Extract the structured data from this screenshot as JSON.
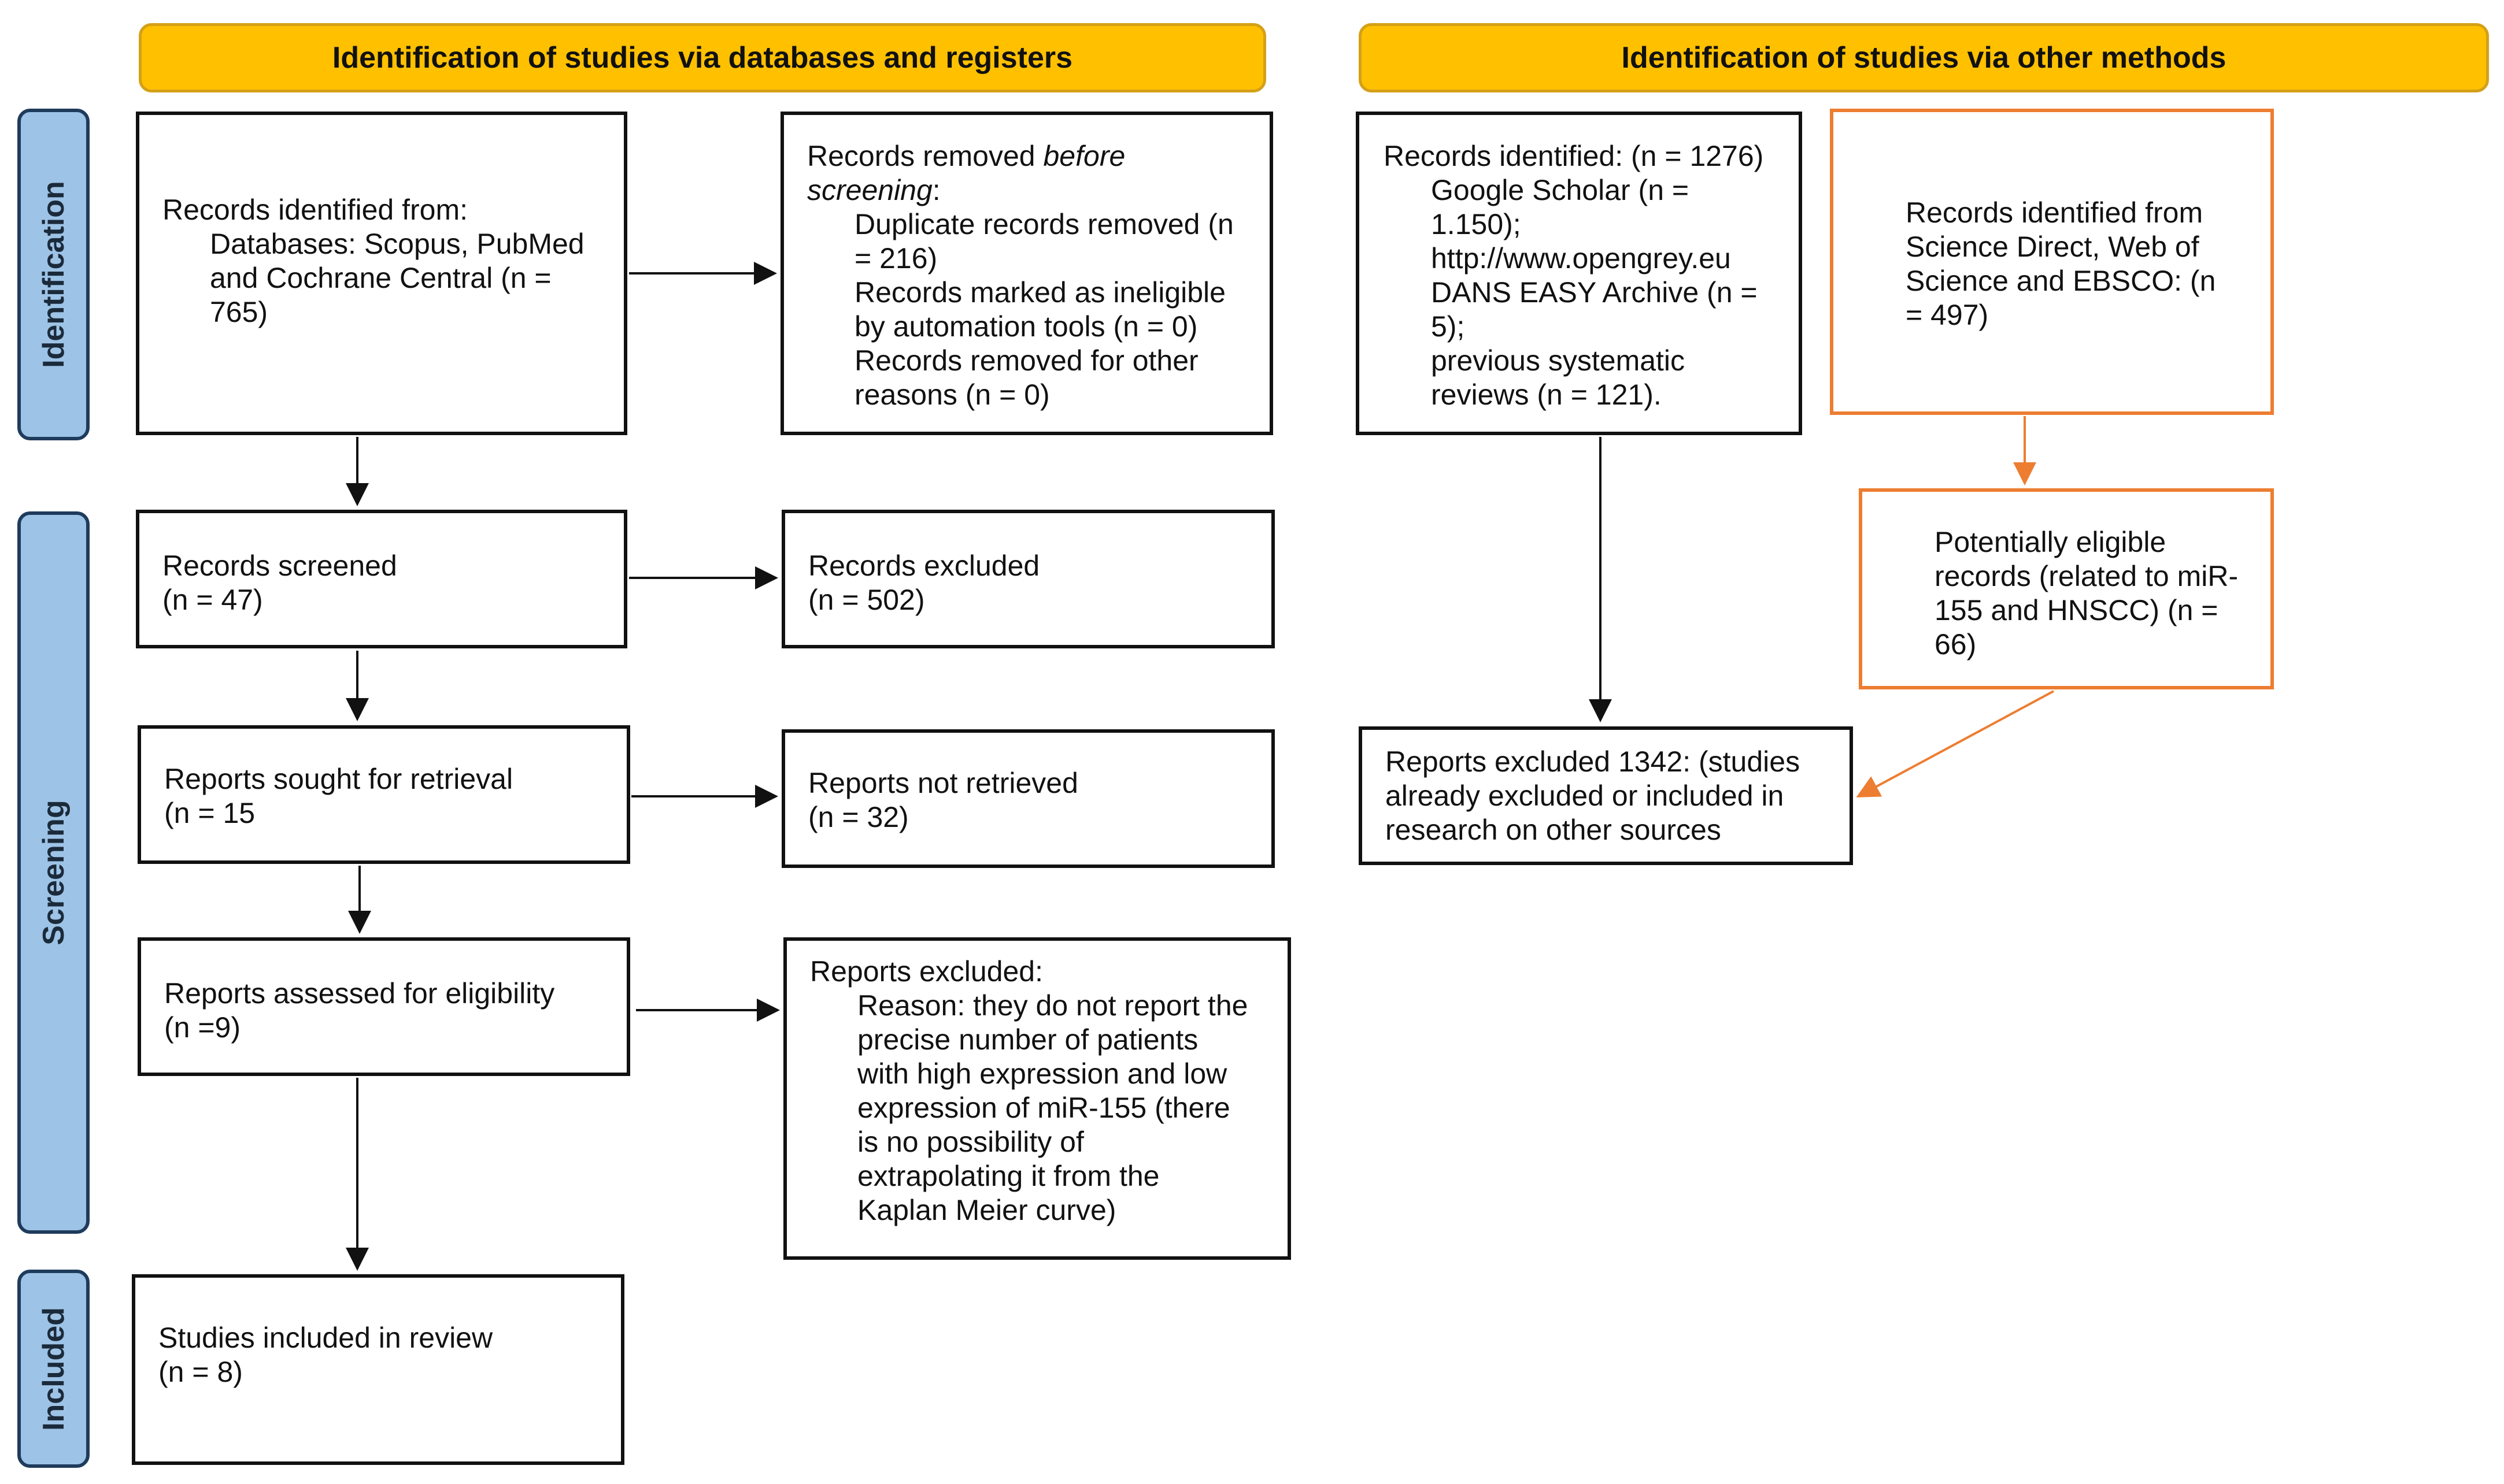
{
  "headers": {
    "databases": "Identification of studies via databases and registers",
    "other": "Identification of studies via other methods"
  },
  "phases": {
    "identification": "Identification",
    "screening": "Screening",
    "included": "Included"
  },
  "databases_flow": {
    "records_identified": {
      "title": "Records identified from:",
      "line1": "Databases: Scopus, PubMed",
      "line2": "and Cochrane Central (n =",
      "line3": "765)"
    },
    "records_removed": {
      "title_prefix": "Records removed ",
      "title_emph1": "before",
      "title_emph2": "screening",
      "title_colon": ":",
      "lines": [
        "Duplicate records removed (n",
        "= 216)",
        "Records marked as ineligible",
        "by automation tools (n = 0)",
        "Records removed for other",
        "reasons (n = 0)"
      ]
    },
    "records_screened": {
      "label": "Records screened",
      "count": "(n = 47)"
    },
    "records_excluded": {
      "label": "Records excluded",
      "count": "(n = 502)"
    },
    "reports_sought": {
      "label": "Reports sought for retrieval",
      "count": "(n = 15"
    },
    "reports_not_retrieved": {
      "label": "Reports not retrieved",
      "count": "(n = 32)"
    },
    "reports_assessed": {
      "label": "Reports assessed for eligibility",
      "count": "(n =9)"
    },
    "reports_excluded": {
      "title": "Reports excluded:",
      "lines": [
        "Reason: they do not report the",
        "precise number of patients",
        "with high expression and low",
        "expression of miR-155 (there",
        "is no possibility of",
        "extrapolating it from the",
        "Kaplan Meier curve)"
      ]
    },
    "studies_included": {
      "label": "Studies included in review",
      "count": "(n = 8)"
    }
  },
  "other_flow": {
    "records_identified": {
      "title": "Records identified: (n = 1276)",
      "lines": [
        "Google Scholar (n =",
        "1.150);",
        "http://www.opengrey.eu",
        "DANS EASY Archive (n =",
        "5);",
        "previous systematic",
        "reviews (n = 121)."
      ]
    },
    "records_identified_other": {
      "lines": [
        "Records identified from",
        "Science Direct, Web of",
        "Science and EBSCO: (n",
        "= 497)"
      ]
    },
    "potentially_eligible": {
      "lines": [
        "Potentially eligible",
        "records (related to miR-",
        "155 and HNSCC) (n =",
        "66)"
      ]
    },
    "reports_excluded": {
      "lines": [
        "Reports excluded 1342: (studies",
        "already excluded or included in",
        "research on other sources"
      ]
    }
  },
  "colors": {
    "banner": "#ffc000",
    "phase": "#9dc3e6",
    "box_border": "#111111",
    "orange": "#ed7d31"
  }
}
